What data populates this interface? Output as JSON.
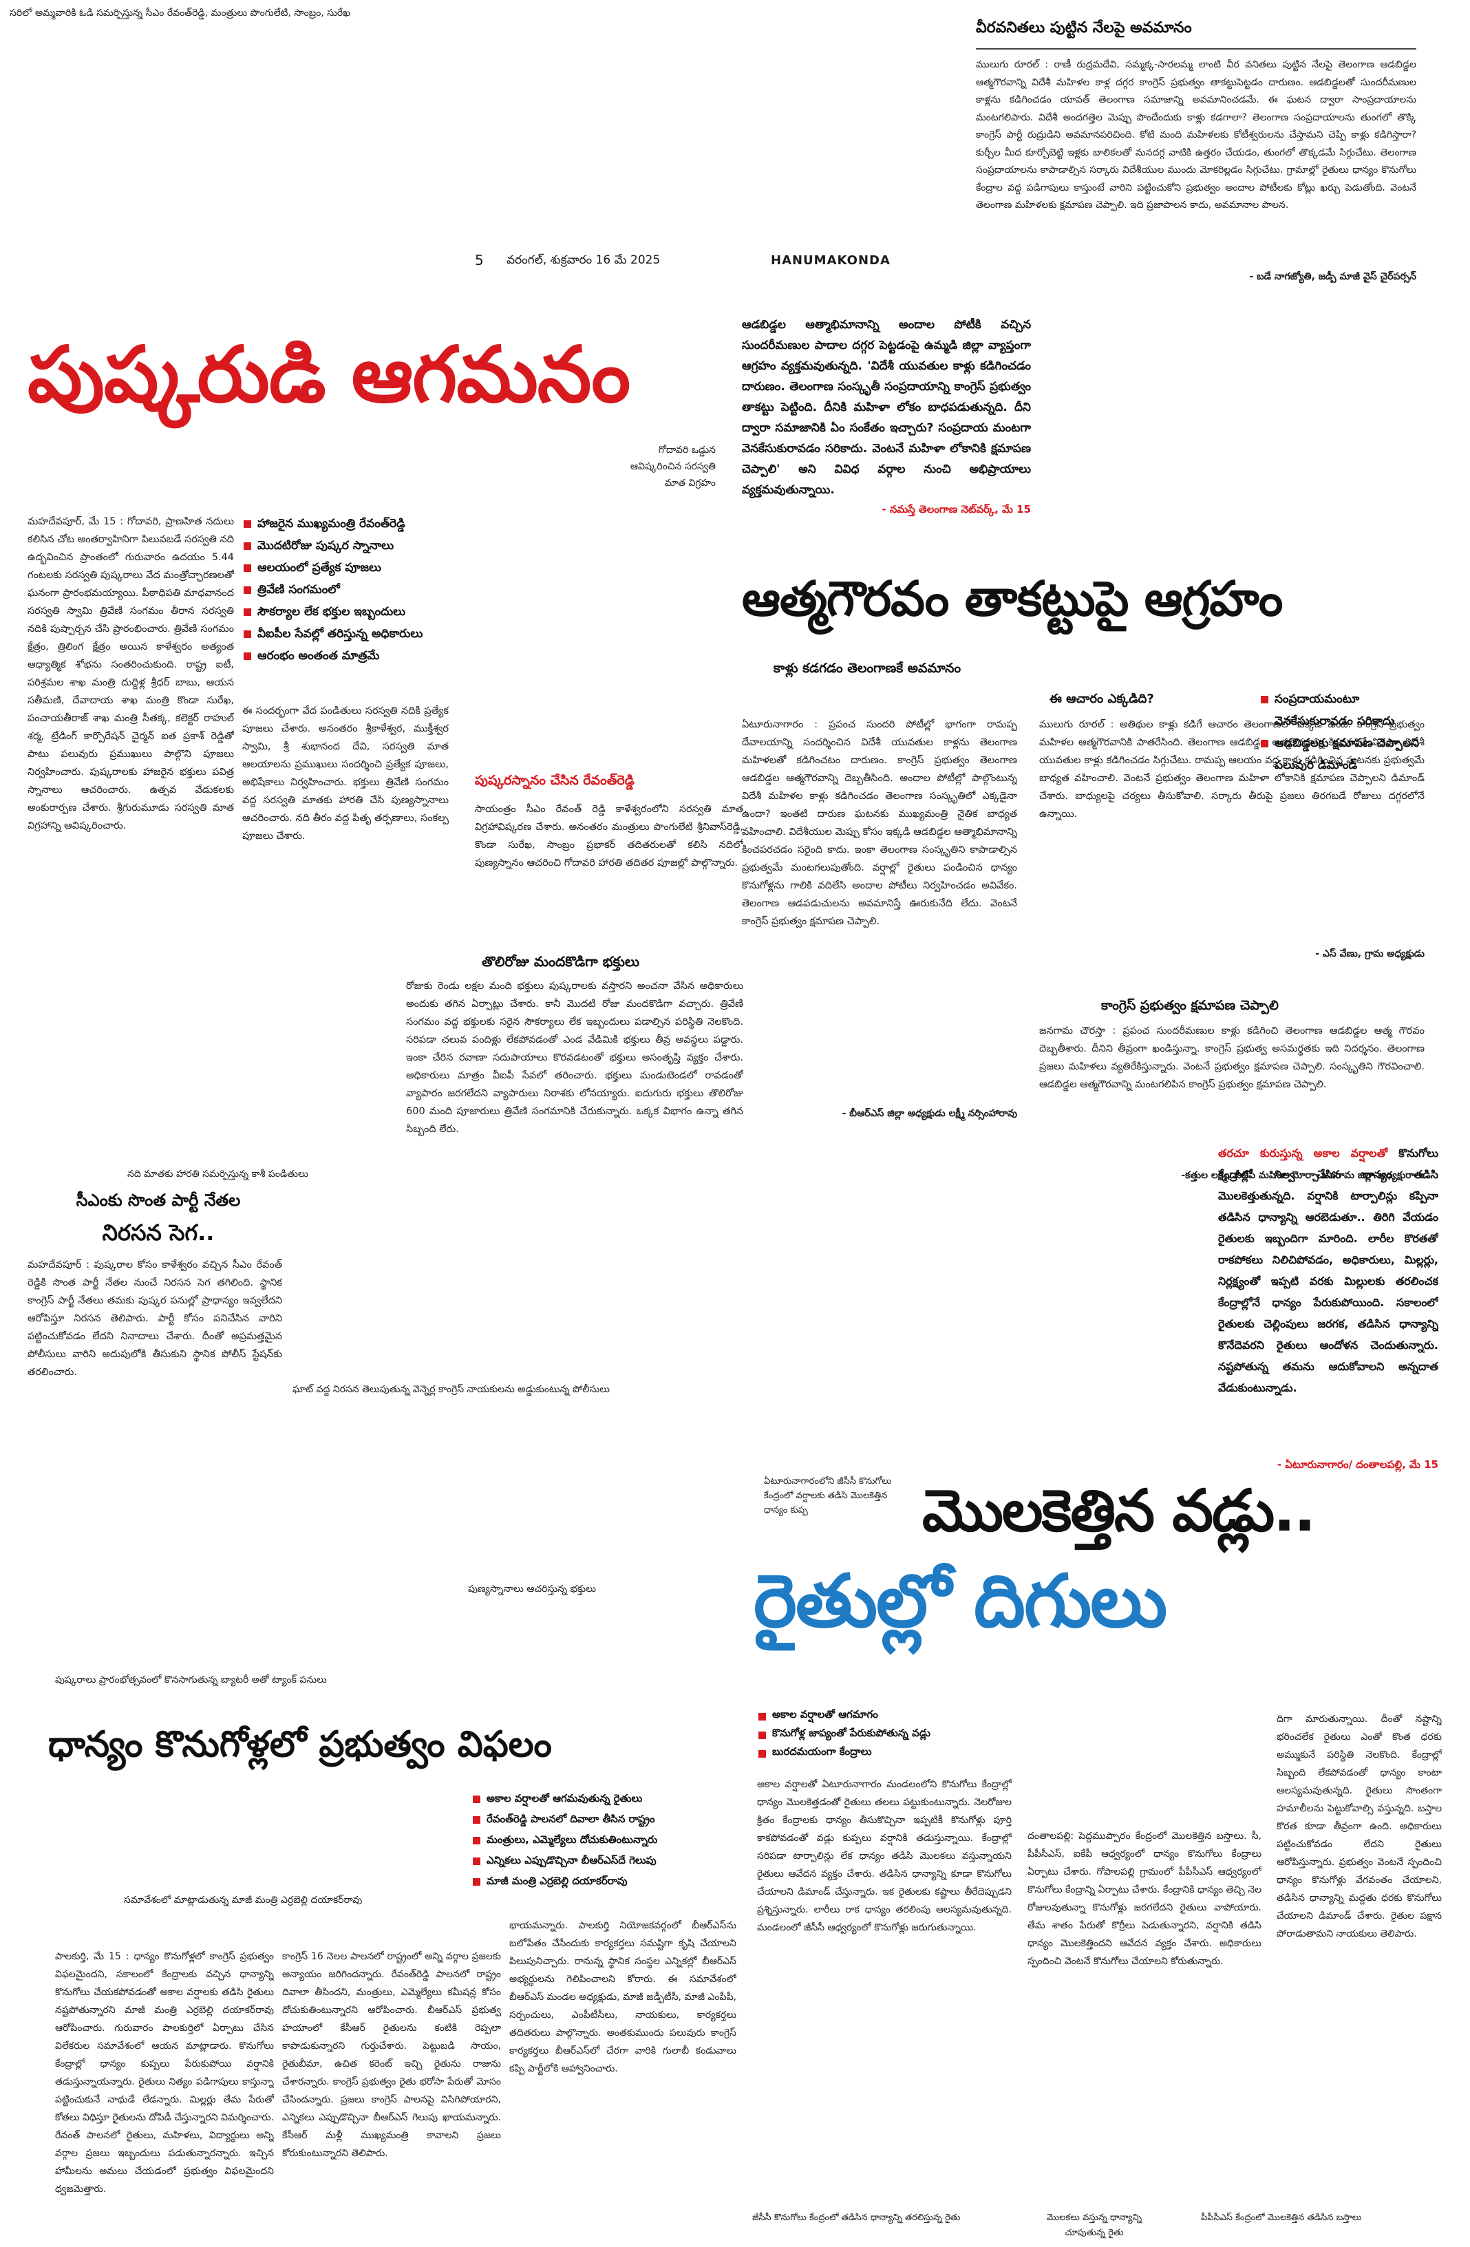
{
  "top_left_caption": "సరిలో అమ్మవారికి ఓడి సమర్పిస్తున్న సీఎం రేవంత్‌రెడ్డి, మంత్రులు పొంగులేటి, సాంబ్రం, సురేఖ",
  "masthead": {
    "page_no": "5",
    "dateline": "వరంగల్, శుక్రవారం 16 మే 2025",
    "edition": "HANUMAKONDA"
  },
  "veeravanitha": {
    "title": "వీరవనితలు పుట్టిన నేలపై అవమానం",
    "body": "ములుగు రూరల్ : రాణీ రుద్రమదేవి, సమ్మక్క-సారలమ్మ లాంటి వీర వనితలు పుట్టిన నేలపై తెలంగాణ ఆడబిడ్డల ఆత్మగౌరవాన్ని విదేశీ మహిళల కాళ్ల దగ్గర కాంగ్రెస్ ప్రభుత్వం తాకట్టుపెట్టడం దారుణం. ఆడబిడ్డలతో సుందరీమణుల కాళ్లను కడిగించడం యావత్ తెలంగాణ సమాజాన్ని అవమానించడమే. ఈ ఘటన ద్వారా సాంప్రదాయాలను మంటగలిపారు. విదేశీ అందగత్తెల మెప్పు పొందేందుకు కాళ్లు కడగాలా? తెలంగాణ సంప్రదాయాలను తుంగలో తొక్కి కాంగ్రెస్ పార్టీ రుద్రుడిని అవమానపరిచింది. కోటి మంది మహిళలకు కోటీశ్వరులను చేస్తామని చెప్పి కాళ్లు కడిగిస్తారా? కుర్చీల మీద కూర్చోబెట్టి ఇళ్లకు బాలికలతో మనదగ్గ వాటికి ఉత్తరం చేయడం, తుంగలో తొక్కడమే సిగ్గుచేటు. తెలంగాణ సంప్రదాయాలను కాపాడాల్సిన సర్కారు విదేశీయుల ముందు మోకరిల్లడం సిగ్గుచేటు. గ్రామాల్లో రైతులు ధాన్యం కొనుగోలు కేంద్రాల వద్ద పడిగాపులు కాస్తుంటే వారిని పట్టించుకోని ప్రభుత్వం అందాల పోటీలకు కోట్లు ఖర్చు పెడుతోంది. వెంటనే తెలంగాణ మహిళలకు క్షమాపణ చెప్పాలి. ఇది ప్రజాపాలన కాదు, అవమానాల పాలన.",
    "signoff": "- బడే నాగజ్యోతి, జడ్పీ మాజీ వైస్ చైర్‌పర్సన్"
  },
  "pushkar": {
    "headline": "పుష్కరుడి ఆగమనం",
    "photo_caption": "గోదావరి ఒడ్డున ఆవిష్కరించిన సరస్వతి మాత విగ్రహం",
    "bullets": [
      "హాజరైన ముఖ్యమంత్రి రేవంత్‌రెడ్డి",
      "మొదటిరోజు పుష్కర స్నానాలు",
      "ఆలయంలో ప్రత్యేక పూజలు",
      "త్రివేణి సంగమంలో",
      "సౌకర్యాల లేక భక్తుల ఇబ్బందులు",
      "వీఐపీల సేవల్లో తరిస్తున్న అధికారులు",
      "ఆరంభం అంతంత మాత్రమే"
    ],
    "body_left": "మహదేవపూర్, మే 15 : గోదావరి, ప్రాణహిత నదులు కలిసిన చోట అంతర్వాహినిగా పిలువబడే సరస్వతి నది ఉద్భవించిన ప్రాంతంలో గురువారం ఉదయం 5.44 గంటలకు సరస్వతి పుష్కరాలు వేద మంత్రోచ్ఛారణలతో ఘనంగా ప్రారంభమయ్యాయి. పీఠాధిపతి మాధవానంద సరస్వతి స్వామి త్రివేణి సంగమం తీరాన సరస్వతి నదికి పుష్పార్చన చేసి ప్రారంభించారు. త్రివేణి సంగమం క్షేత్రం, త్రిలింగ క్షేత్రం అయిన కాళేశ్వరం అత్యంత ఆధ్యాత్మిక శోభను సంతరించుకుంది. రాష్ట్ర ఐటీ, పరిశ్రమల శాఖ మంత్రి దుద్దిళ్ల శ్రీధర్ బాబు, ఆయన సతీమణి, దేవాదాయ శాఖ మంత్రి కొండా సురేఖ, పంచాయతీరాజ్ శాఖ మంత్రి సీతక్క, కలెక్టర్ రాహుల్ శర్మ, ట్రేడింగ్ కార్పొరేషన్ చైర్మన్ ఐత ప్రకాశ్ రెడ్డితో పాటు పలువురు ప్రముఖులు పాల్గొని పూజలు నిర్వహించారు. పుష్కరాలకు హాజరైన భక్తులు పవిత్ర స్నానాలు ఆచరించారు. ఉత్సవ వేడుకలకు అంకురార్పణ చేశారు. శ్రీగురుమూడు సరస్వతి మాత విగ్రహాన్ని ఆవిష్కరించారు.",
    "body_mid": "ఈ సందర్భంగా వేద పండితులు సరస్వతి నదికి ప్రత్యేక పూజలు చేశారు. అనంతరం శ్రీకాళేశ్వర, ముక్తీశ్వర స్వామి, శ్రీ శుభానంద దేవి, సరస్వతి మాత ఆలయాలను ప్రముఖులు సందర్శించి ప్రత్యేక పూజలు, అభిషేకాలు నిర్వహించారు. భక్తులు త్రివేణి సంగమం వద్ద సరస్వతి మాతకు హారతి చేసి పుణ్యస్నానాలు ఆచరించారు. నది తీరం వద్ద పితృ తర్పణాలు, సంకల్ప పూజలు చేశారు.",
    "subhead_revanth": "పుష్కరస్నానం చేసిన రేవంత్‌రెడ్డి",
    "body_revanth": "సాయంత్రం సీఎం రేవంత్ రెడ్డి కాళేశ్వరంలోని సరస్వతి మాత విగ్రహావిష్కరణ చేశారు. అనంతరం మంత్రులు పొంగులేటి శ్రీనివాస్‌రెడ్డి, కొండా సురేఖ, సాంబ్రం ప్రభాకర్ తదితరులతో కలిసి నదిలో పుణ్యస్నానం ఆచరించి గోదావరి హారతి తదితర పూజల్లో పాల్గొన్నారు.",
    "subhead_first_day": "తొలిరోజు మందకొడిగా భక్తులు",
    "body_first_day": "రోజుకు రెండు లక్షల మంది భక్తులు పుష్కరాలకు వస్తారని అంచనా వేసిన అధికారులు అందుకు తగిన ఏర్పాట్లు చేశారు. కానీ మొదటి రోజు మందకొడిగా వచ్చారు. త్రివేణి సంగమం వద్ద భక్తులకు సరైన సౌకర్యాలు లేక ఇబ్బందులు పడాల్సిన పరిస్థితి నెలకొంది. సరిపడా చలువ పందిళ్లు లేకపోవడంతో ఎండ వేడిమికి భక్తులు తీవ్ర అవస్థలు పడ్డారు. ఇంకా చేరిన రవాణా సదుపాయాలు కొరవడటంతో భక్తులు అసంతృప్తి వ్యక్తం చేశారు. అధికారులు మాత్రం వీఐపీ సేవలో తరించారు. భక్తులు మండుటెండలో రావడంతో వ్యాపారం జరగలేదని వ్యాపారులు నిరాశకు లోనయ్యారు. ఐదుగురు భక్తులు తొలిరోజు 600 మంది పూజారులు త్రివేణి సంగమానికి చేరుకున్నారు. ఒక్కక విభాగం ఉన్నా తగిన సిబ్బంది లేరు."
  },
  "atmagouravam": {
    "quote": "ఆడబిడ్డల ఆత్మాభిమానాన్ని అందాల పోటీకి వచ్చిన సుందరీమణుల పాదాల దగ్గర పెట్టడంపై ఉమ్మడి జిల్లా వ్యాప్తంగా ఆగ్రహం వ్యక్తమవుతున్నది. 'విదేశీ యువతుల కాళ్లు కడిగించడం దారుణం. తెలంగాణ సంస్కృతీ సంప్రదాయాన్ని కాంగ్రెస్ ప్రభుత్వం తాకట్టు పెట్టింది. దీనికి మహిళా లోకం బాధపడుతున్నది. దీని ద్వారా సమాజానికి ఏం సంకేతం ఇచ్చారు? సంప్రదాయ మంటగా వెనకేసుకురావడం సరికాదు. వెంటనే మహిళా లోకానికి క్షమాపణ చెప్పాలి' అని వివిధ వర్గాల నుంచి అభిప్రాయాలు వ్యక్తమవుతున్నాయి.",
    "quote_source": "- నమస్తే తెలంగాణ నెట్‌వర్క్, మే 15",
    "headline": "ఆత్మగౌరవం తాకట్టుపై ఆగ్రహం",
    "sub1_title": "కాళ్లు కడగడం తెలంగాణకే అవమానం",
    "sub1_body": "ఏటూరునాగారం : ప్రపంచ సుందరి పోటీల్లో భాగంగా రామప్ప దేవాలయాన్ని సందర్శించిన విదేశీ యువతుల కాళ్లను తెలంగాణ మహిళలతో కడిగించటం దారుణం. కాంగ్రెస్ ప్రభుత్వం తెలంగాణ ఆడబిడ్డల ఆత్మగౌరవాన్ని దెబ్బతీసింది. అందాల పోటీల్లో పాల్గొంటున్న విదేశీ మహిళల కాళ్లు కడిగించడం తెలంగాణ సంస్కృతిలో ఎక్కడైనా ఉందా? ఇంతటి దారుణ ఘటనకు ముఖ్యమంత్రి నైతిక బాధ్యత వహించాలి. విదేశీయుల మెప్పు కోసం ఇక్కడి ఆడబిడ్డల ఆత్మాభిమానాన్ని కించపరచడం సరైంది కాదు. ఇంకా తెలంగాణ సంస్కృతిని కాపాడాల్సిన ప్రభుత్వమే మంటగలుపుతోంది. వర్షాల్లో రైతులు పండించిన ధాన్యం కొనుగోళ్లను గాలికి వదిలేసి అందాల పోటీలు నిర్వహించడం అవివేకం. తెలంగాణ ఆడపడుచులను అవమానిస్తే ఊరుకునేది లేదు. వెంటనే కాంగ్రెస్ ప్రభుత్వం క్షమాపణ చెప్పాలి.",
    "sub1_signoff": "- బీఆర్ఎస్ జిల్లా అధ్యక్షుడు లక్ష్మీ నర్సింహారావు",
    "sub2_title": "ఈ ఆచారం ఎక్కడిది?",
    "sub2_body": "ములుగు రూరల్ : అతిథుల కాళ్లు కడిగే ఆచారం తెలంగాణలో ఎక్కడ ఉంది. కాంగ్రెస్ ప్రభుత్వం మహిళల ఆత్మగౌరవానికి పాతరేసింది. తెలంగాణ ఆడబిడ్డల ఆత్మగౌరవాన్ని కించపరిచే విధంగా విదేశీ యువతుల కాళ్లు కడిగించడం సిగ్గుచేటు. రామప్ప ఆలయం వద్ద కాళ్లు కడిగించిన ఘటనకు ప్రభుత్వమే బాధ్యత వహించాలి. వెంటనే ప్రభుత్వం తెలంగాణ మహిళా లోకానికి క్షమాపణ చెప్పాలని డిమాండ్ చేశారు. బాధ్యులపై చర్యలు తీసుకోవాలి. సర్కారు తీరుపై ప్రజలు తిరగబడే రోజులు దగ్గరలోనే ఉన్నాయి.",
    "sub2_signoff": "- ఎస్ వేణు, గ్రామ అధ్యక్షుడు",
    "bullets": [
      "సంప్రదాయమంటూ వెనకేసుకురావడం సరికాదు",
      "ఆడబిడ్డలకు క్షమాపణ చెప్పాలని పలువురి డిమాండ్"
    ],
    "sub3_title": "కాంగ్రెస్ ప్రభుత్వం క్షమాపణ చెప్పాలి",
    "sub3_body": "జనగామ చౌరస్తా : ప్రపంచ సుందరీమణుల కాళ్లు కడిగించి తెలంగాణ ఆడబిడ్డల ఆత్మ గౌరవం దెబ్బతీశారు. దీనిని తీవ్రంగా ఖండిస్తున్నా. కాంగ్రెస్ ప్రభుత్వ అసమర్థతకు ఇది నిదర్శనం. తెలంగాణ ప్రజలు మహిళలు వ్యతిరేకిస్తున్నారు. వెంటనే ప్రభుత్వం క్షమాపణ చెప్పాలి. సంస్కృతిని గౌరవించాలి. ఆడబిడ్డల ఆత్మగౌరవాన్ని మంటగలిపిన కాంగ్రెస్ ప్రభుత్వం క్షమాపణ చెప్పాలి.",
    "sub3_signoff": "-కత్తుల లక్ష్మి, బీజేపీ మహిళా మోర్చా జనగామ జిల్లా అధ్యక్షురాలు"
  },
  "cm_protest": {
    "photo_caption": "నది మాతకు హారతి సమర్పిస్తున్న కాశీ పండితులు",
    "headline_line1": "సీఎంకు సొంత పార్టీ నేతల",
    "headline_line2": "నిరసన సెగ..",
    "body": "మహదేవపూర్ : పుష్కరాల కోసం కాళేశ్వరం వచ్చిన సీఎం రేవంత్ రెడ్డికి సొంత పార్టీ నేతల నుంచే నిరసన సెగ తగిలింది. స్థానిక కాంగ్రెస్ పార్టీ నేతలు తమకు పుష్కర పనుల్లో ప్రాధాన్యం ఇవ్వలేదని ఆరోపిస్తూ నిరసన తెలిపారు. పార్టీ కోసం పనిచేసిన వారిని పట్టించుకోవడం లేదని నినాదాలు చేశారు. దీంతో అప్రమత్తమైన పోలీసులు వారిని అదుపులోకి తీసుకుని స్థానిక పోలీస్ స్టేషన్‌కు తరలించారు.",
    "arrest_caption": "ఘాట్ వద్ద నిరసన తెలుపుతున్న వెన్నెర్ల కాంగ్రెస్ నాయకులను అడ్డుకుంటున్న పోలీసులు"
  },
  "rain_box": {
    "body_lead": "తరచూ కురుస్తున్న అకాల వర్షాలతో",
    "body": " కొనుగోలు కేంద్రాల్లో నిల్వ చేసిన ధాన్యం తడిసి మొలకెత్తుతున్నది. వర్షానికి టార్పాలిన్లు కప్పినా తడిసిన ధాన్యాన్ని ఆరబెడుతూ.. తిరిగి వేయడం రైతులకు ఇబ్బందిగా మారింది. లారీల కొరతతో రాకపోకలు నిలిచిపోవడం, అధికారులు, మిల్లర్లు, నిర్లక్ష్యంతో ఇప్పటి వరకు మిల్లులకు తరలించక కేంద్రాల్లోనే ధాన్యం పేరుకుపోయింది. సకాలంలో రైతులకు చెల్లింపులు జరగక, తడిసిన ధాన్యాన్ని కొనేదెవరని రైతులు ఆందోళన చెందుతున్నారు. నష్టపోతున్న తమను ఆదుకోవాలని అన్నదాత వేడుకుంటున్నాడు.",
    "dateline": "- ఏటూరునాగారం/ దంతాలపల్లి, మే 15"
  },
  "pushkar_devotees_caption": "పుణ్యస్నానాలు ఆచరిస్తున్న భక్తులు",
  "sprouted": {
    "photo_caption": "ఏటూరునాగారంలోని జీసీసీ కొనుగోలు కేంద్రంలో వర్షాలకు తడిసి మొలకెత్తిన ధాన్యం కుప్ప",
    "headline_line1": "మొలకెత్తిన వడ్లు..",
    "headline_line2": "రైతుల్లో దిగులు",
    "bullets": [
      "అకాల వర్షాలతో ఆగమాగం",
      "కొనుగోళ్ల జాప్యంతో పేరుకుపోతున్న వడ్లు",
      "బురదమయంగా కేంద్రాలు"
    ],
    "body_col1": "అకాల వర్షాలతో ఏటూరునాగారం మండలంలోని కొనుగోలు కేంద్రాల్లో ధాన్యం మొలకెత్తడంతో రైతులు తలలు పట్టుకుంటున్నారు. నెలరోజుల క్రితం కేంద్రాలకు ధాన్యం తీసుకొచ్చినా ఇప్పటికీ కొనుగోళ్లు పూర్తి కాకపోవడంతో వడ్లు కుప్పలు వర్షానికి తడుస్తున్నాయి. కేంద్రాల్లో సరిపడా టార్పాలిన్లు లేక ధాన్యం తడిసి మొలకలు వస్తున్నాయని రైతులు ఆవేదన వ్యక్తం చేశారు. తడిసిన ధాన్యాన్ని కూడా కొనుగోలు చేయాలని డిమాండ్ చేస్తున్నారు. ఇక రైతులకు కష్టాలు తీరేదెప్పుడని ప్రశ్నిస్తున్నారు. లారీలు రాక ధాన్యం తరలింపు ఆలస్యమవుతున్నది. మండలంలో జీసీసీ ఆధ్వర్యంలో కొనుగోళ్లు జరుగుతున్నాయి.",
    "body_col2": "దంతాలపల్లి: పెద్దముప్పారం కేంద్రంలో మొలకెత్తిన బస్తాలు. సీ, పీపీసీఎస్, ఐకేపీ ఆధ్వర్యంలో ధాన్యం కొనుగోలు కేంద్రాలు ఏర్పాటు చేశారు. గోపాలపల్లి గ్రామంలో పీపీసీఎస్ ఆధ్వర్యంలో కొనుగోలు కేంద్రాన్ని ఏర్పాటు చేశారు. కేంద్రానికి ధాన్యం తెచ్చి నెల రోజులవుతున్నా కొనుగోళ్లు జరగలేదని రైతులు వాపోయారు. తేమ శాతం పేరుతో కొర్రీలు పెడుతున్నారని, వర్షానికి తడిసి ధాన్యం మొలకెత్తిందని ఆవేదన వ్యక్తం చేశారు. అధికారులు స్పందించి వెంటనే కొనుగోలు చేయాలని కోరుతున్నారు.",
    "body_col3": "దిగా మారుతున్నాయి. దీంతో నష్టాన్ని భరించలేక రైతులు ఎంతో కొంత ధరకు అమ్ముకునే పరిస్థితి నెలకొంది. కేంద్రాల్లో సిబ్బంది లేకపోవడంతో ధాన్యం కాంటా ఆలస్యమవుతున్నది. రైతులు సొంతంగా హమాలీలను పెట్టుకోవాల్సి వస్తున్నది. బస్తాల కొరత కూడా తీవ్రంగా ఉంది. అధికారులు పట్టించుకోవడం లేదని రైతులు ఆరోపిస్తున్నారు. ప్రభుత్వం వెంటనే స్పందించి ధాన్యం కొనుగోళ్లు వేగవంతం చేయాలని, తడిసిన ధాన్యాన్ని మద్దతు ధరకు కొనుగోలు చేయాలని డిమాండ్ చేశారు. రైతుల పక్షాన పోరాడుతామని నాయకులు తెలిపారు.",
    "caption_bottom_left": "జీసీసీ కొనుగోలు కేంద్రంలో తడిసిన ధాన్యాన్ని తరలిస్తున్న రైతు",
    "caption_bottom_mid": "మొలకలు వస్తున్న ధాన్యాన్ని చూపుతున్న రైతు",
    "caption_bottom_right": "పీపీసీఎస్ కేంద్రంలో మొలకెత్తిన తడిసిన బస్తాలు"
  },
  "dhanyam": {
    "photo_caption": "పుష్కరాలు ప్రారంభోత్సవంలో కొనసాగుతున్న బ్యాటరీ అతో ట్యాంక్ పనులు",
    "headline": "ధాన్యం కొనుగోళ్లలో ప్రభుత్వం విఫలం",
    "bullets": [
      "అకాల వర్షాలతో ఆగమవుతున్న రైతులు",
      "రేవంత్‌రెడ్డి పాలనలో దివాలా తీసిన రాష్ట్రం",
      "మంత్రులు, ఎమ్మెల్యేలు దోచుకుతింటున్నారు",
      "ఎన్నికలు ఎప్పుడొచ్చినా బీఆర్ఎస్‌దే గెలుపు",
      "మాజీ మంత్రి ఎర్రబెల్లి దయాకర్‌రావు"
    ],
    "photo_caption2": "సమావేశంలో మాట్లాడుతున్న మాజీ మంత్రి ఎర్రబెల్లి దయాకర్‌రావు",
    "body_col1": "పాలకుర్తి, మే 15 : ధాన్యం కొనుగోళ్లలో కాంగ్రెస్ ప్రభుత్వం విఫలమైందని, సకాలంలో కేంద్రాలకు వచ్చిన ధాన్యాన్ని కొనుగోలు చేయకపోవడంతో అకాల వర్షాలకు తడిసి రైతులు నష్టపోతున్నారని మాజీ మంత్రి ఎర్రబెల్లి దయాకర్‌రావు ఆరోపించారు. గురువారం పాలకుర్తిలో ఏర్పాటు చేసిన విలేకరుల సమావేశంలో ఆయన మాట్లాడారు. కొనుగోలు కేంద్రాల్లో ధాన్యం కుప్పలు పేరుకుపోయి వర్షానికి తడుస్తున్నాయన్నారు. రైతులు నిత్యం పడిగాపులు కాస్తున్నా పట్టించుకునే నాథుడే లేడన్నారు. మిల్లర్లు తేమ పేరుతో కోతలు విధిస్తూ రైతులను దోపిడీ చేస్తున్నారని విమర్శించారు. రేవంత్ పాలనలో రైతులు, మహిళలు, విద్యార్థులు అన్ని వర్గాల ప్రజలు ఇబ్బందులు పడుతున్నారన్నారు. ఇచ్చిన హామీలను అమలు చేయడంలో ప్రభుత్వం విఫలమైందని ధ్వజమెత్తారు.",
    "body_col2": "కాంగ్రెస్ 16 నెలల పాలనలో రాష్ట్రంలో అన్ని వర్గాల ప్రజలకు అన్యాయం జరిగిందన్నారు. రేవంత్‌రెడ్డి పాలనలో రాష్ట్రం దివాలా తీసిందని, మంత్రులు, ఎమ్మెల్యేలు కమీషన్ల కోసం దోచుకుతింటున్నారని ఆరోపించారు. బీఆర్ఎస్ ప్రభుత్వ హయాంలో కేసీఆర్ రైతులను కంటికి రెప్పలా కాపాడుకున్నారని గుర్తుచేశారు. పెట్టుబడి సాయం, రైతుబీమా, ఉచిత కరెంట్ ఇచ్చి రైతును రాజును చేశారన్నారు. కాంగ్రెస్ ప్రభుత్వం రైతు భరోసా పేరుతో మోసం చేసిందన్నారు. ప్రజలు కాంగ్రెస్ పాలనపై విసిగిపోయారని, ఎన్నికలు ఎప్పుడొచ్చినా బీఆర్ఎస్ గెలుపు ఖాయమన్నారు. కేసీఆర్ మళ్లీ ముఖ్యమంత్రి కావాలని ప్రజలు కోరుకుంటున్నారని తెలిపారు.",
    "body_col3": "భాయమన్నారు. పాలకుర్తి నియోజకవర్గంలో బీఆర్ఎస్‌ను బలోపేతం చేసేందుకు కార్యకర్తలు సమష్టిగా కృషి చేయాలని పిలుపునిచ్చారు. రానున్న స్థానిక సంస్థల ఎన్నికల్లో బీఆర్ఎస్ అభ్యర్థులను గెలిపించాలని కోరారు. ఈ సమావేశంలో బీఆర్ఎస్ మండల అధ్యక్షుడు, మాజీ జడ్పీటీసీ, మాజీ ఎంపీపీ, సర్పంచులు, ఎంపీటీసీలు, నాయకులు, కార్యకర్తలు తదితరులు పాల్గొన్నారు. అంతకుముందు పలువురు కాంగ్రెస్ కార్యకర్తలు బీఆర్ఎస్‌లో చేరగా వారికి గులాబీ కండువాలు కప్పి పార్టీలోకి ఆహ్వానించారు."
  }
}
